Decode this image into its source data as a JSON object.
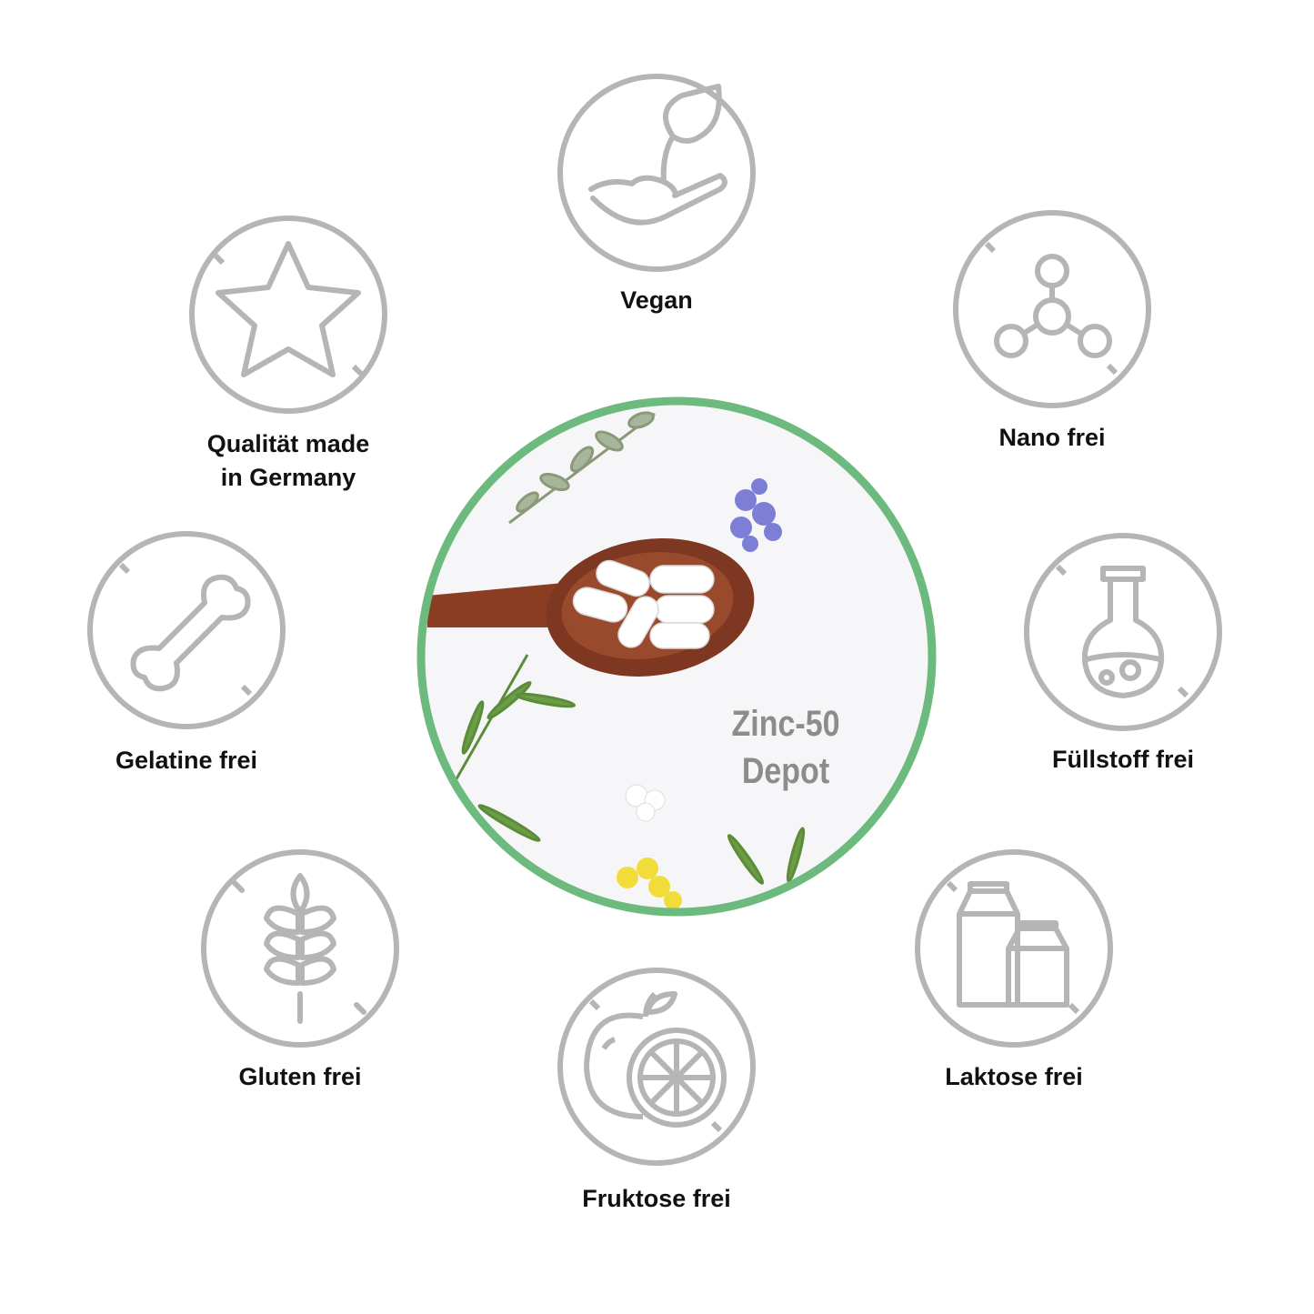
{
  "features": [
    {
      "id": "vegan",
      "label": "Vegan",
      "icon": "plant-hand-icon"
    },
    {
      "id": "quality",
      "label_lines": [
        "Qualität made",
        "in Germany"
      ],
      "icon": "star-icon"
    },
    {
      "id": "nano",
      "label": "Nano frei",
      "icon": "molecule-icon"
    },
    {
      "id": "gelatine",
      "label": "Gelatine frei",
      "icon": "bone-icon"
    },
    {
      "id": "filler",
      "label": "Füllstoff frei",
      "icon": "flask-icon"
    },
    {
      "id": "gluten",
      "label": "Gluten frei",
      "icon": "wheat-icon"
    },
    {
      "id": "lactose",
      "label": "Laktose frei",
      "icon": "milk-carton-icon"
    },
    {
      "id": "fructose",
      "label": "Fruktose frei",
      "icon": "fruit-icon"
    }
  ],
  "product": {
    "name_line1": "Zinc-50",
    "name_line2": "Depot"
  },
  "colors": {
    "icon_gray": "#b5b5b5",
    "ring_green": "#6dba7e",
    "text": "#111111",
    "product_text": "#8c8c8c"
  }
}
